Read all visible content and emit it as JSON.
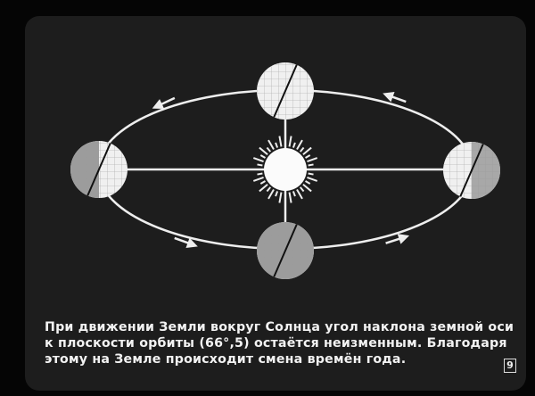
{
  "caption": {
    "lines": [
      "При движении Земли вокруг Солнца угол наклона земной оси",
      "к плоскости орбиты (66°,5) остаётся неизменным. Благодаря",
      "этому на Земле происходит смена времён года."
    ]
  },
  "frame_number": "9",
  "diagram": {
    "center": "sun",
    "earth_positions": [
      "top",
      "right",
      "bottom",
      "left"
    ],
    "orbit_direction": "counter-clockwise",
    "axis_tilt_deg": 66.5
  }
}
